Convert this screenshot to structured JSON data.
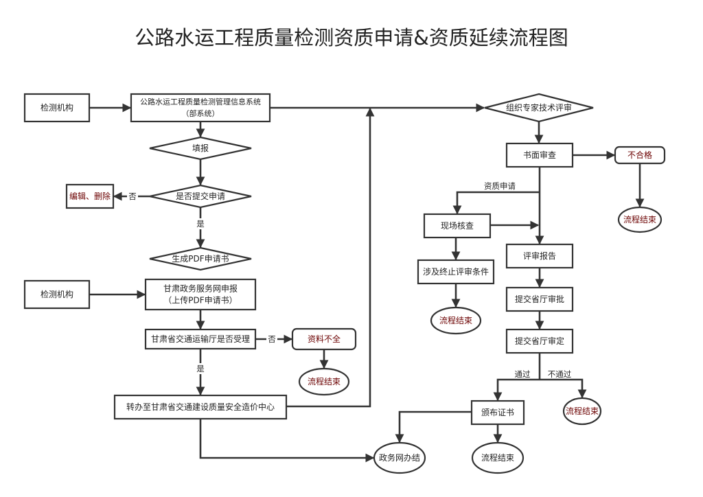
{
  "title": "公路水运工程质量检测资质申请&资质延续流程图",
  "colors": {
    "line": "#333333",
    "white": "#ffffff",
    "pink": "#f2cccc",
    "orange": "#fcd8a8",
    "red": "#ee1111",
    "yellow": "#ffff00",
    "green": "#3aa56c"
  },
  "nodes": {
    "org1": {
      "lines": [
        "检测机构"
      ]
    },
    "system": {
      "lines": [
        "公路水运工程质量检测管理信息系统",
        "（部系统）"
      ]
    },
    "fill": {
      "lines": [
        "填报"
      ]
    },
    "submit_q": {
      "lines": [
        "是否提交申请"
      ]
    },
    "edit_delete": {
      "lines": [
        "编辑、删除"
      ]
    },
    "gen_pdf": {
      "lines": [
        "生成PDF申请书"
      ]
    },
    "org2": {
      "lines": [
        "检测机构"
      ]
    },
    "gov_portal": {
      "lines": [
        "甘肃政务服务网申报",
        "（上传PDF申请书）"
      ]
    },
    "accept_q": {
      "lines": [
        "甘肃省交通运输厅是否受理"
      ]
    },
    "incomplete": {
      "lines": [
        "资料不全"
      ]
    },
    "end1": {
      "lines": [
        "流程结束"
      ]
    },
    "transfer": {
      "lines": [
        "转办至甘肃省交通建设质量安全造价中心"
      ]
    },
    "expert_review": {
      "lines": [
        "组织专家技术评审"
      ]
    },
    "written_review": {
      "lines": [
        "书面审查"
      ]
    },
    "fail": {
      "lines": [
        "不合格"
      ]
    },
    "end2": {
      "lines": [
        "流程结束"
      ]
    },
    "onsite": {
      "lines": [
        "现场核查"
      ]
    },
    "terminate": {
      "lines": [
        "涉及终止评审条件"
      ]
    },
    "end3": {
      "lines": [
        "流程结束"
      ]
    },
    "report": {
      "lines": [
        "评审报告"
      ]
    },
    "approve": {
      "lines": [
        "提交省厅审批"
      ]
    },
    "decide": {
      "lines": [
        "提交省厅审定"
      ]
    },
    "issue_cert": {
      "lines": [
        "颁布证书"
      ]
    },
    "end4": {
      "lines": [
        "流程结束"
      ]
    },
    "gov_done": {
      "lines": [
        "政务网办结"
      ]
    },
    "end5": {
      "lines": [
        "流程结束"
      ]
    }
  },
  "edge_labels": {
    "no_submit": "否",
    "yes_submit": "是",
    "no_accept": "否",
    "yes_accept": "是",
    "qualification_apply": "资质申请",
    "pass": "通过",
    "not_pass": "不通过"
  }
}
